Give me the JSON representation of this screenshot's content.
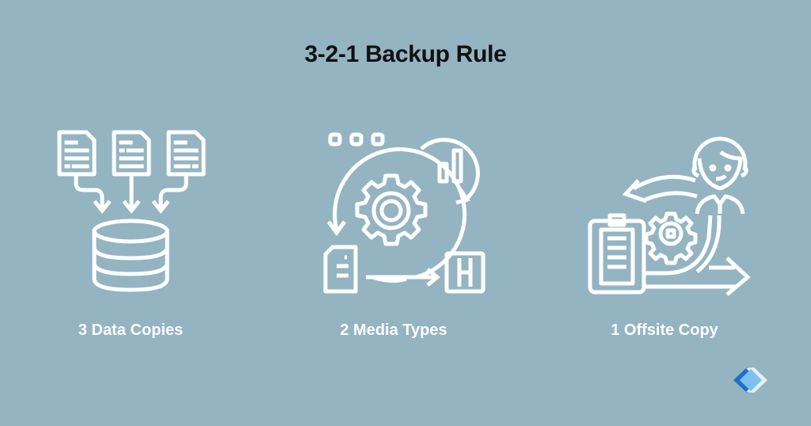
{
  "title": "3-2-1 Backup Rule",
  "columns": [
    {
      "label": "3 Data Copies",
      "icon": "documents-to-database-icon"
    },
    {
      "label": "2 Media Types",
      "icon": "gear-cycle-media-icon"
    },
    {
      "label": "1 Offsite Copy",
      "icon": "person-clipboard-offsite-icon"
    }
  ],
  "logo": {
    "icon": "brand-diamonds-logo",
    "colors": [
      "#1e6fc8",
      "#7cc0ee",
      "#e8eef2"
    ]
  },
  "colors": {
    "background": "#94b4c2",
    "title": "#111111",
    "icon_stroke": "#ffffff",
    "label": "#ffffff"
  }
}
